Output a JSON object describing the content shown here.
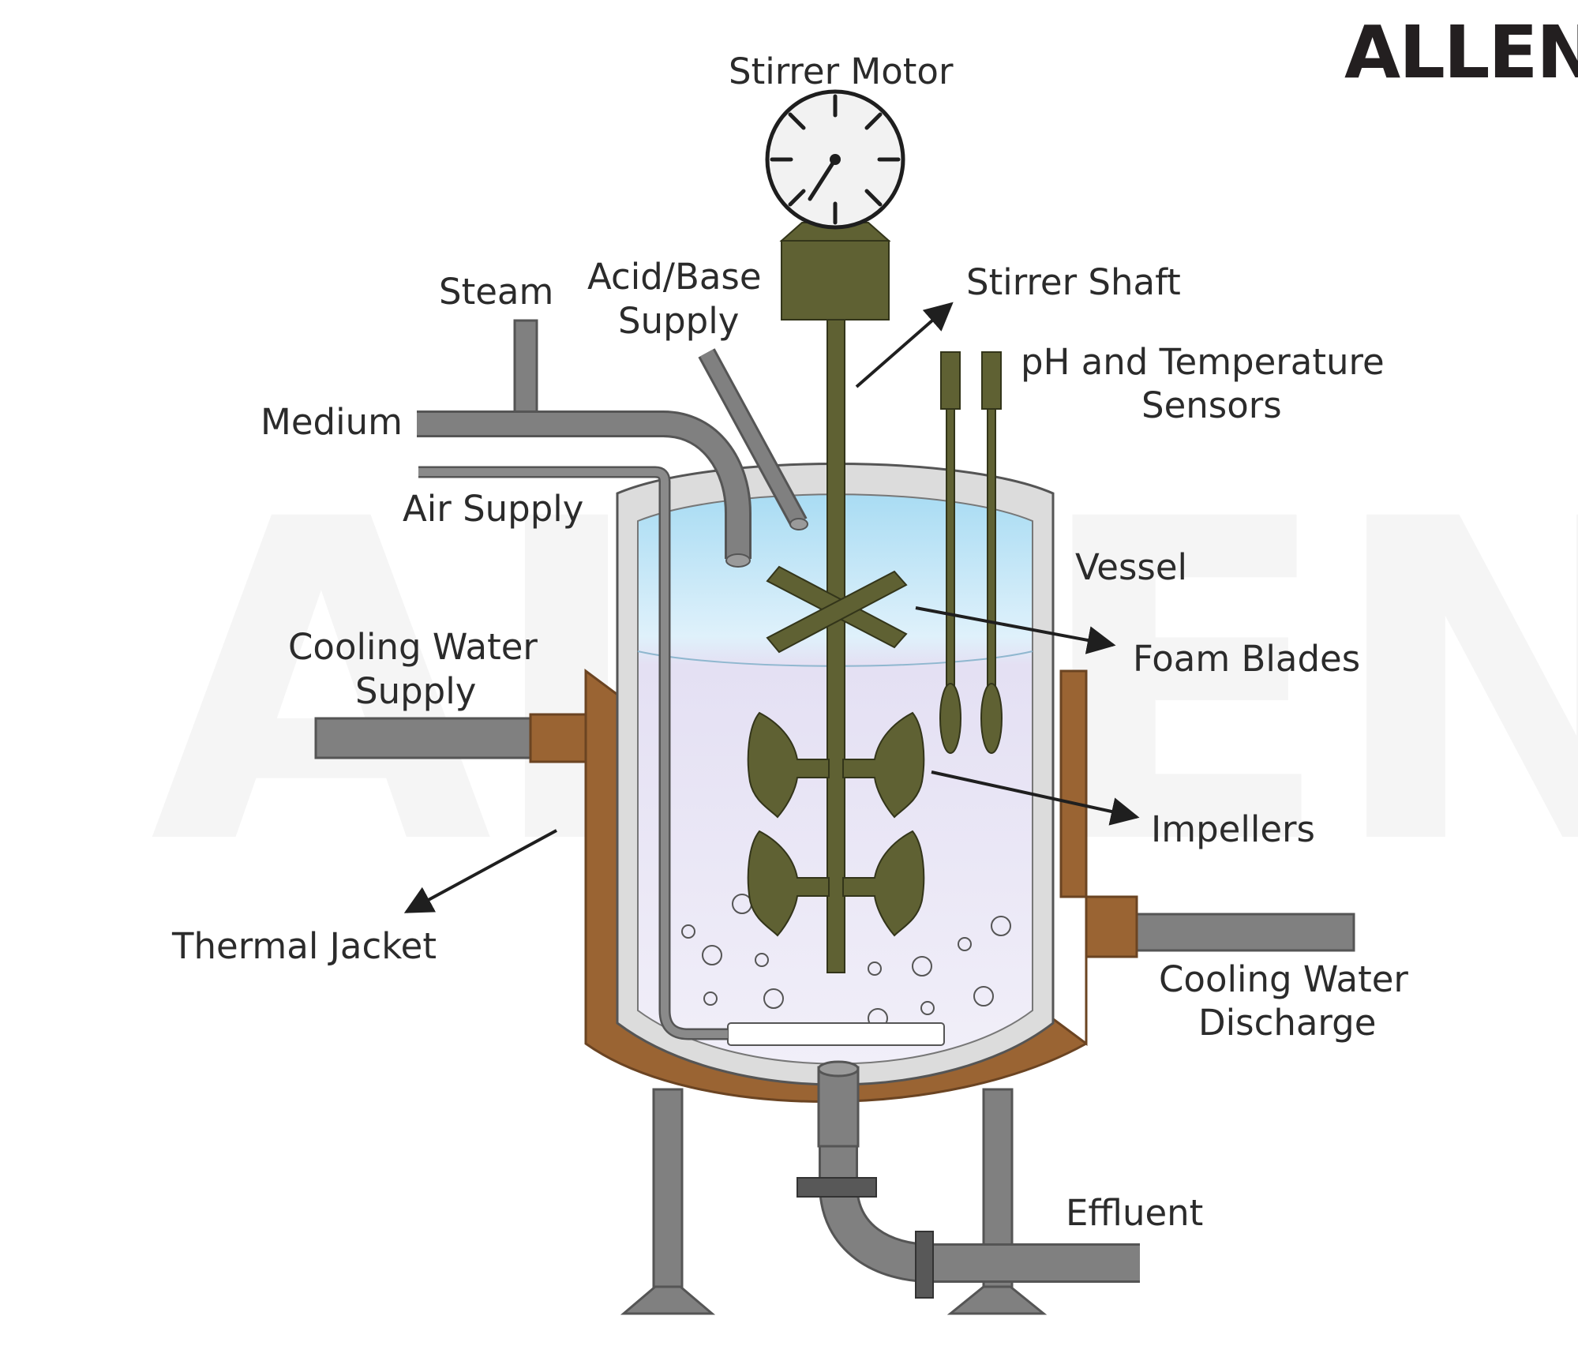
{
  "brand": {
    "logo_text": "ALLEN",
    "watermark_text": "ALLEN"
  },
  "colors": {
    "pipe": "#808080",
    "pipe_outline": "#555555",
    "olive": "#5f6133",
    "jacket": "#9a6433",
    "vessel_wall": "#dcdcdc",
    "liquid_top": "#a9dcf3",
    "liquid_bottom": "#e2ddf1"
  },
  "labels": {
    "stirrer_motor": "Stirrer Motor",
    "steam": "Steam",
    "acid_base": [
      "Acid/Base",
      "Supply"
    ],
    "stirrer_shaft": "Stirrer Shaft",
    "sensors": [
      "pH and Temperature",
      "Sensors"
    ],
    "medium": "Medium",
    "air_supply": "Air Supply",
    "vessel": "Vessel",
    "foam_blades": "Foam Blades",
    "cooling_supply": [
      "Cooling Water",
      "Supply"
    ],
    "impellers": "Impellers",
    "thermal_jacket": "Thermal Jacket",
    "cooling_discharge": [
      "Cooling Water",
      "Discharge"
    ],
    "effluent": "Effluent"
  }
}
